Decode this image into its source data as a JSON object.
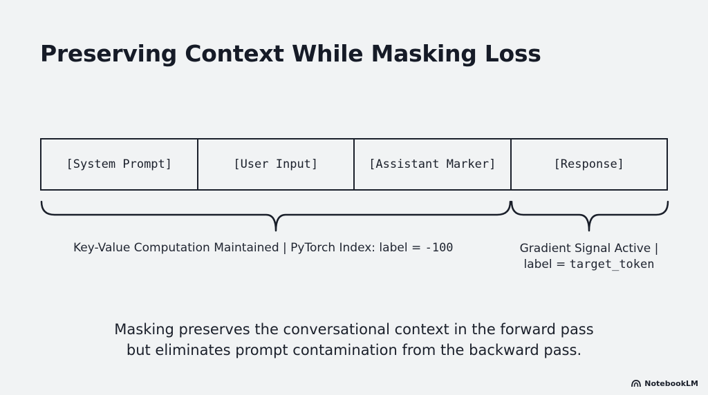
{
  "title": "Preserving Context While Masking Loss",
  "tokens": [
    "[System Prompt]",
    "[User Input]",
    "[Assistant Marker]",
    "[Response]"
  ],
  "context_label": {
    "text": "Key-Value Computation Maintained | PyTorch Index: label = ",
    "code": "-100"
  },
  "gradient_label": {
    "line1": "Gradient Signal Active |",
    "line2_text": "label = ",
    "line2_code": "target_token"
  },
  "caption": {
    "line1": "Masking preserves the conversational context in the forward pass",
    "line2": "but eliminates prompt contamination from the backward pass."
  },
  "brand": {
    "name": "NotebookLM",
    "icon": "notebooklm-logo-icon"
  }
}
